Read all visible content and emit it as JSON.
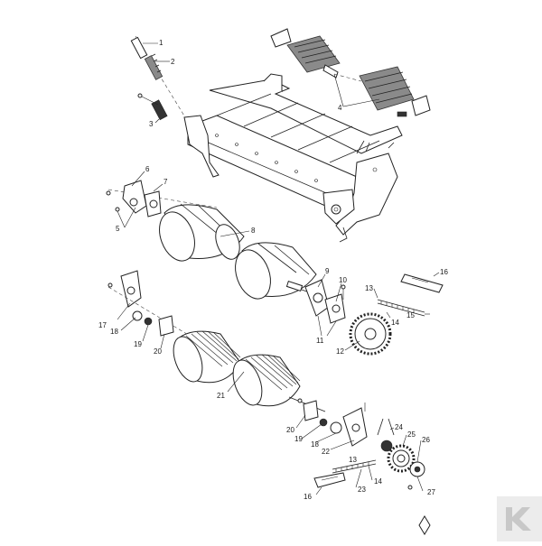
{
  "callouts": [
    "1",
    "2",
    "3",
    "4",
    "5",
    "6",
    "7",
    "8",
    "9",
    "10",
    "11",
    "12",
    "13",
    "14",
    "15",
    "16",
    "17",
    "18",
    "19",
    "20",
    "21",
    "22",
    "23",
    "24",
    "25",
    "26",
    "27"
  ],
  "colors": {
    "ink": "#222222",
    "shade": "#8a8a8a",
    "logo_bg": "#ececec"
  },
  "logo": {
    "brand_letter": "K"
  }
}
